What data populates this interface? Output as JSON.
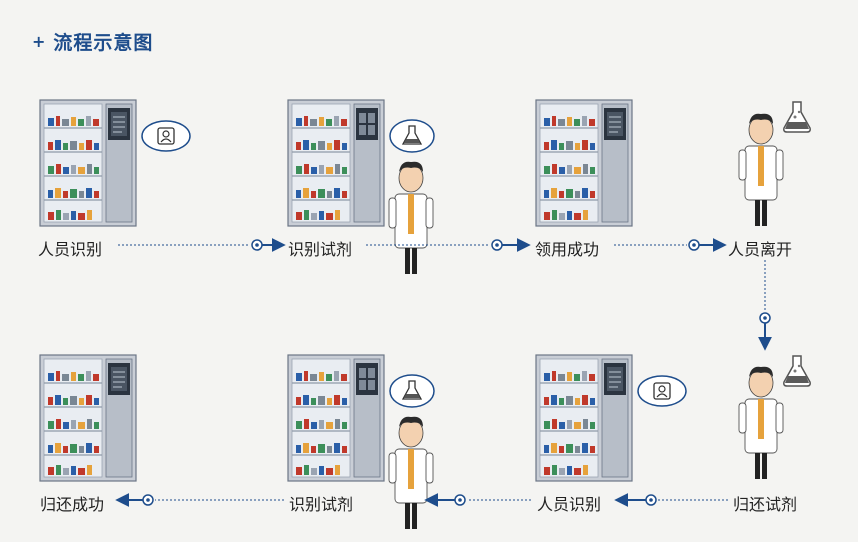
{
  "title": "流程示意图",
  "title_marker": "+",
  "accent_color": "#1e4d8c",
  "steps": [
    {
      "label": "人员识别",
      "row": 1,
      "scene": "cabinet-with-badge"
    },
    {
      "label": "识别试剂",
      "row": 1,
      "scene": "cabinet-with-flask-and-person"
    },
    {
      "label": "领用成功",
      "row": 1,
      "scene": "cabinet"
    },
    {
      "label": "人员离开",
      "row": 1,
      "scene": "person-with-flask"
    },
    {
      "label": "归还试剂",
      "row": 2,
      "scene": "person-with-flask"
    },
    {
      "label": "人员识别",
      "row": 2,
      "scene": "cabinet-with-badge"
    },
    {
      "label": "识别试剂",
      "row": 2,
      "scene": "cabinet-with-flask-and-person"
    },
    {
      "label": "归还成功",
      "row": 2,
      "scene": "cabinet"
    }
  ]
}
